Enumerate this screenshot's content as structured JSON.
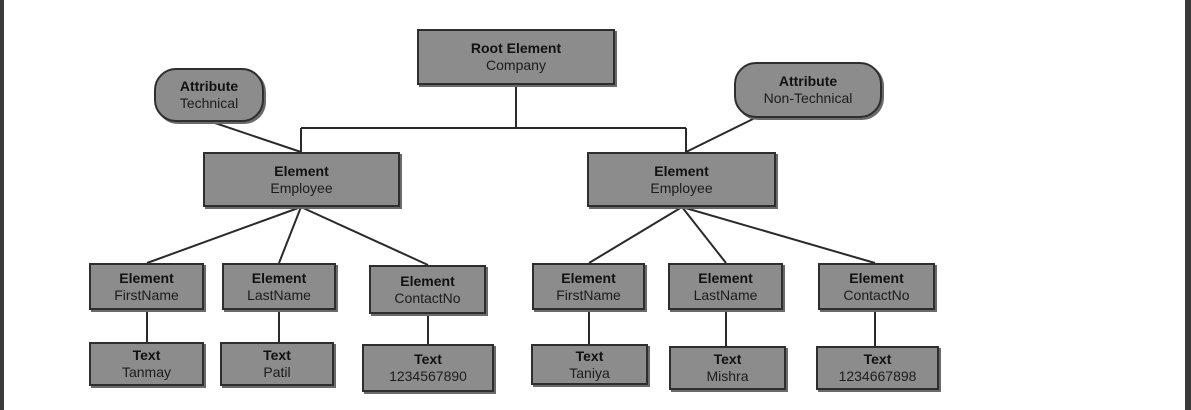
{
  "diagram": {
    "root": {
      "type": "Root Element",
      "value": "Company"
    },
    "attributes": [
      {
        "type": "Attribute",
        "value": "Technical"
      },
      {
        "type": "Attribute",
        "value": "Non-Technical"
      }
    ],
    "employees": [
      {
        "type": "Element",
        "value": "Employee",
        "children": [
          {
            "type": "Element",
            "value": "FirstName",
            "text": {
              "type": "Text",
              "value": "Tanmay"
            }
          },
          {
            "type": "Element",
            "value": "LastName",
            "text": {
              "type": "Text",
              "value": "Patil"
            }
          },
          {
            "type": "Element",
            "value": "ContactNo",
            "text": {
              "type": "Text",
              "value": "1234567890"
            }
          }
        ]
      },
      {
        "type": "Element",
        "value": "Employee",
        "children": [
          {
            "type": "Element",
            "value": "FirstName",
            "text": {
              "type": "Text",
              "value": "Taniya"
            }
          },
          {
            "type": "Element",
            "value": "LastName",
            "text": {
              "type": "Text",
              "value": "Mishra"
            }
          },
          {
            "type": "Element",
            "value": "ContactNo",
            "text": {
              "type": "Text",
              "value": "1234667898"
            }
          }
        ]
      }
    ]
  }
}
